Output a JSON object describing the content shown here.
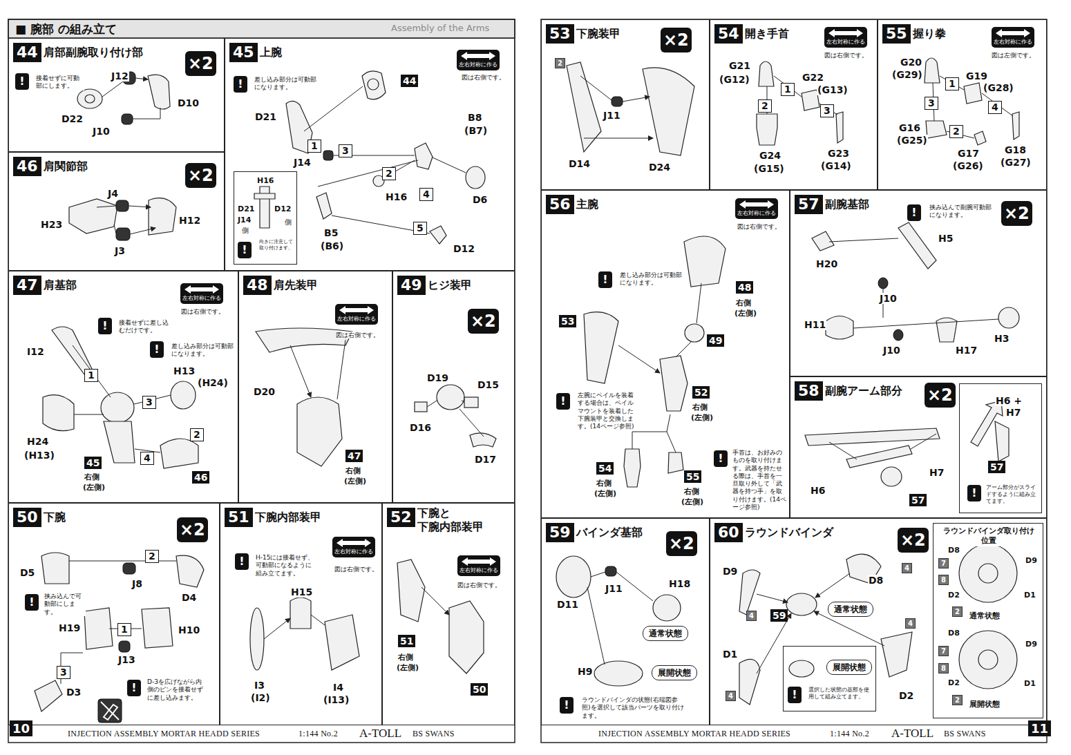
{
  "diagram": {
    "title": "■ 腕部 の組み立て",
    "nodes": [
      {
        "text": [
          "44",
          "肩部副腕取り付け部"
        ]
      },
      {
        "text": [
          "45",
          "上腕"
        ]
      },
      {
        "text": [
          "向きに注意して取り付けます。"
        ],
        "in": 1
      },
      {
        "text": [
          "46",
          "肩関節部"
        ]
      },
      {
        "text": [
          "47",
          "肩基部"
        ]
      },
      {
        "text": [
          "48",
          "肩先装甲"
        ]
      },
      {
        "text": [
          "49",
          "ヒジ装甲"
        ]
      },
      {
        "text": [
          "50",
          "下腕"
        ]
      },
      {
        "text": [
          "51",
          "下腕内部装甲"
        ]
      },
      {
        "text": [
          "52",
          "下腕と 下腕内部装甲"
        ]
      },
      {
        "text": [
          "53",
          "下腕装甲"
        ]
      },
      {
        "text": [
          "54",
          "開き手首"
        ]
      },
      {
        "text": [
          "55",
          "握り拳"
        ]
      },
      {
        "text": [
          "56",
          "主腕"
        ]
      },
      {
        "text": [
          "57",
          "副腕基部"
        ]
      },
      {
        "text": [
          "58",
          "副腕アーム部分"
        ]
      },
      {
        "text": [
          "アーム部分がスライドするように組み立てます。"
        ],
        "in": 15
      },
      {
        "text": [
          "59",
          "バインダ基部"
        ]
      },
      {
        "text": [
          "通常状態"
        ],
        "in": 17
      },
      {
        "text": [
          "展開状態"
        ],
        "in": 17
      },
      {
        "text": [
          "60",
          "ラウンドバインダ"
        ]
      },
      {
        "text": [
          "通常状態"
        ],
        "in": 20
      },
      {
        "text": [
          "選択した状態の基部を使用して組み立てます。"
        ],
        "in": 20
      },
      {
        "text": [
          "展開状態"
        ],
        "in": 22
      },
      {
        "text": [
          "ラウンドバインダ取り付け 位置"
        ],
        "in": 20
      }
    ],
    "labels": [
      "Assembly of the Arms",
      "×2",
      "!",
      "接着せずに可動部にします。",
      "J12",
      "D10",
      "D22",
      "J10",
      "左右対称に作る",
      "図は右側です。",
      "!",
      "差し込み部分は可動部になります。",
      "44",
      "D21",
      "B8",
      "(B7)",
      "1",
      "3",
      "J14",
      "2",
      "H16",
      "4",
      "D6",
      "B5",
      "(B6)",
      "5",
      "D12",
      "H16",
      "D21",
      "J14",
      "側",
      "D12",
      "側",
      "!",
      "×2",
      "J4",
      "H23",
      "H12",
      "J3",
      "左右対称に作る",
      "図は右側です。",
      "!",
      "接着せずに差し込むだけです。",
      "!",
      "差し込み部分は可動部になります。",
      "I12",
      "1",
      "H13",
      "(H24)",
      "3",
      "2",
      "H24",
      "(H13)",
      "4",
      "45",
      "右側",
      "(左側)",
      "46",
      "左右対称に作る",
      "図は右側です。",
      "D20",
      "47",
      "右側",
      "(左側)",
      "×2",
      "D19",
      "D15",
      "D16",
      "D17",
      "×2",
      "2",
      "D5",
      "J8",
      "D4",
      "!",
      "挟み込んで可動部にします。",
      "H19",
      "1",
      "H10",
      "J13",
      "3",
      "D3",
      "!",
      "D-3を広げながら内側のピンを接着せずに差し込みます。",
      "左右対称に作る",
      "図は右側です。",
      "!",
      "H-15には接着せず、可動部になるように組み立てます。",
      "H15",
      "I3",
      "(I2)",
      "I4",
      "(I13)",
      "左右対称に作る",
      "図は右側です。",
      "51",
      "右側",
      "(左側)",
      "50",
      "10",
      "INJECTION ASSEMBLY MORTAR HEADD SERIES",
      "1:144 No.2",
      "A-TOLL",
      "BS SWANS",
      "×2",
      "2",
      "J11",
      "D14",
      "D24",
      "左右対称に作る",
      "図は右側です。",
      "G21",
      "(G12)",
      "1",
      "G22",
      "(G13)",
      "2",
      "3",
      "G24",
      "(G15)",
      "G23",
      "(G14)",
      "左右対称に作る",
      "図は左側です。",
      "G20",
      "(G29)",
      "1",
      "G19",
      "(G28)",
      "3",
      "4",
      "G16",
      "(G25)",
      "2",
      "G17",
      "(G26)",
      "G18",
      "(G27)",
      "左右対称に作る",
      "図は右側です。",
      "!",
      "差し込み部分は可動部になります。",
      "48",
      "右側",
      "(左側)",
      "53",
      "49",
      "!",
      "左腕にベイルを装着する場合は、ベイルマウントを装着した下腕装甲と交換します。(14ページ参照)",
      "52",
      "右側",
      "(左側)",
      "!",
      "手首は、お好みのものを取り付けます。武器を持たせる際は、手首を一旦取り外して「武器を持つ手」を取り付けます。(14ページ参照)",
      "54",
      "右側",
      "(左側)",
      "55",
      "右側",
      "(左側)",
      "×2",
      "!",
      "挟み込んで副腕可動部になります。",
      "H5",
      "H20",
      "J10",
      "H11",
      "H3",
      "J10",
      "H17",
      "×2",
      "H6",
      "H7",
      "57",
      "H6 +",
      "H7",
      "57",
      "!",
      "×2",
      "J11",
      "D11",
      "H18",
      "H9",
      "!",
      "ラウンドバインダの状態(右端図参照)を選択して該当パーツを取り付けます。",
      "×2",
      "D9",
      "D8",
      "4",
      "4",
      "59",
      "D1",
      "4",
      "4",
      "D2",
      "!",
      "D8",
      "D9",
      "7",
      "8",
      "D2",
      "D1",
      "2",
      "通常状態",
      "D8",
      "D9",
      "7",
      "8",
      "D2",
      "D1",
      "2",
      "展開状態",
      "INJECTION ASSEMBLY MORTAR HEADD SERIES",
      "1:144 No.2",
      "A-TOLL",
      "BS SWANS",
      "11"
    ]
  }
}
